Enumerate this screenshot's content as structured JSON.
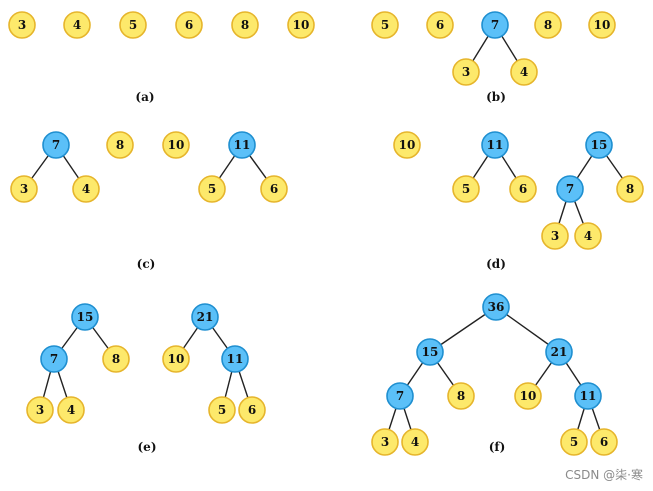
{
  "colors": {
    "leaf_fill": "#fde96b",
    "leaf_stroke": "#e6b52c",
    "internal_fill": "#5bc0f8",
    "internal_stroke": "#1f8fd0",
    "edge": "#222222"
  },
  "panels": [
    {
      "caption": "(a)",
      "trees": [
        {
          "value": "3"
        },
        {
          "value": "4"
        },
        {
          "value": "5"
        },
        {
          "value": "6"
        },
        {
          "value": "8"
        },
        {
          "value": "10"
        }
      ]
    },
    {
      "caption": "(b)",
      "trees": [
        {
          "value": "5"
        },
        {
          "value": "6"
        },
        {
          "value": "7",
          "children": [
            {
              "value": "3"
            },
            {
              "value": "4"
            }
          ]
        },
        {
          "value": "8"
        },
        {
          "value": "10"
        }
      ]
    },
    {
      "caption": "(c)",
      "trees": [
        {
          "value": "7",
          "children": [
            {
              "value": "3"
            },
            {
              "value": "4"
            }
          ]
        },
        {
          "value": "8"
        },
        {
          "value": "10"
        },
        {
          "value": "11",
          "children": [
            {
              "value": "5"
            },
            {
              "value": "6"
            }
          ]
        }
      ]
    },
    {
      "caption": "(d)",
      "trees": [
        {
          "value": "10"
        },
        {
          "value": "11",
          "children": [
            {
              "value": "5"
            },
            {
              "value": "6"
            }
          ]
        },
        {
          "value": "15",
          "children": [
            {
              "value": "7",
              "children": [
                {
                  "value": "3"
                },
                {
                  "value": "4"
                }
              ]
            },
            {
              "value": "8"
            }
          ]
        }
      ]
    },
    {
      "caption": "(e)",
      "trees": [
        {
          "value": "15",
          "children": [
            {
              "value": "7",
              "children": [
                {
                  "value": "3"
                },
                {
                  "value": "4"
                }
              ]
            },
            {
              "value": "8"
            }
          ]
        },
        {
          "value": "21",
          "children": [
            {
              "value": "10"
            },
            {
              "value": "11",
              "children": [
                {
                  "value": "5"
                },
                {
                  "value": "6"
                }
              ]
            }
          ]
        }
      ]
    },
    {
      "caption": "(f)",
      "trees": [
        {
          "value": "36",
          "children": [
            {
              "value": "15",
              "children": [
                {
                  "value": "7",
                  "children": [
                    {
                      "value": "3"
                    },
                    {
                      "value": "4"
                    }
                  ]
                },
                {
                  "value": "8"
                }
              ]
            },
            {
              "value": "21",
              "children": [
                {
                  "value": "10"
                },
                {
                  "value": "11",
                  "children": [
                    {
                      "value": "5"
                    },
                    {
                      "value": "6"
                    }
                  ]
                }
              ]
            }
          ]
        }
      ]
    }
  ],
  "watermark": "CSDN @柒·寒"
}
